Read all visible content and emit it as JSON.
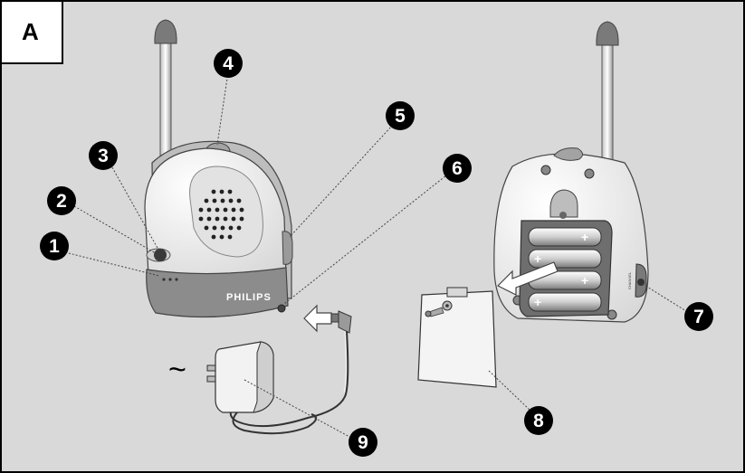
{
  "panel_label": "A",
  "brand_label": "PHILIPS",
  "callouts": [
    "1",
    "2",
    "3",
    "4",
    "5",
    "6",
    "7",
    "8",
    "9"
  ],
  "battery_polarity": "+",
  "ac_symbol": "~",
  "colors": {
    "background": "#d9d9d9",
    "callout_fill": "#000000",
    "device_body": "#f4f4f4",
    "device_base": "#8c8c8c"
  }
}
